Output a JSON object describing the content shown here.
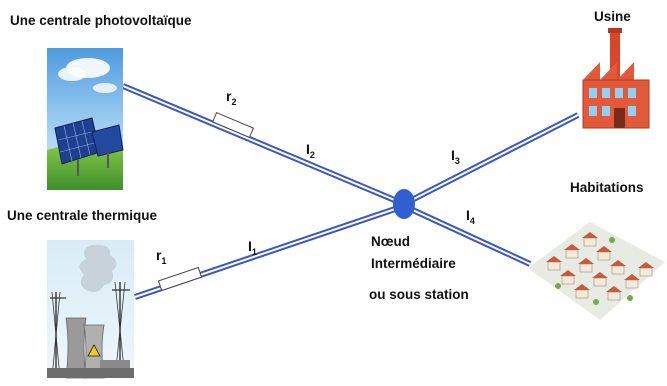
{
  "labels": {
    "pv_plant": "Une centrale photovoltaïque",
    "thermal_plant": "Une centrale thermique",
    "factory": "Usine",
    "housing": "Habitations",
    "node_line1": "Nœud",
    "node_line2": "Intermédiaire",
    "node_line3": "ou sous station"
  },
  "symbols": {
    "r2": {
      "base": "r",
      "sub": "2"
    },
    "r1": {
      "base": "r",
      "sub": "1"
    },
    "I1": {
      "base": "I",
      "sub": "1"
    },
    "I2": {
      "base": "I",
      "sub": "2"
    },
    "I3": {
      "base": "I",
      "sub": "3"
    },
    "I4": {
      "base": "I",
      "sub": "4"
    }
  },
  "colors": {
    "line": "#3a56c9",
    "node": "#2f5fd0",
    "resistor_fill": "#ffffff",
    "sky": "#7fb8ea",
    "grass": "#5aa83c",
    "factory": "#e25a3a"
  },
  "icons": {
    "pv": "solar-panel-icon",
    "thermal": "power-plant-icon",
    "factory": "factory-icon",
    "houses": "houses-icon"
  }
}
